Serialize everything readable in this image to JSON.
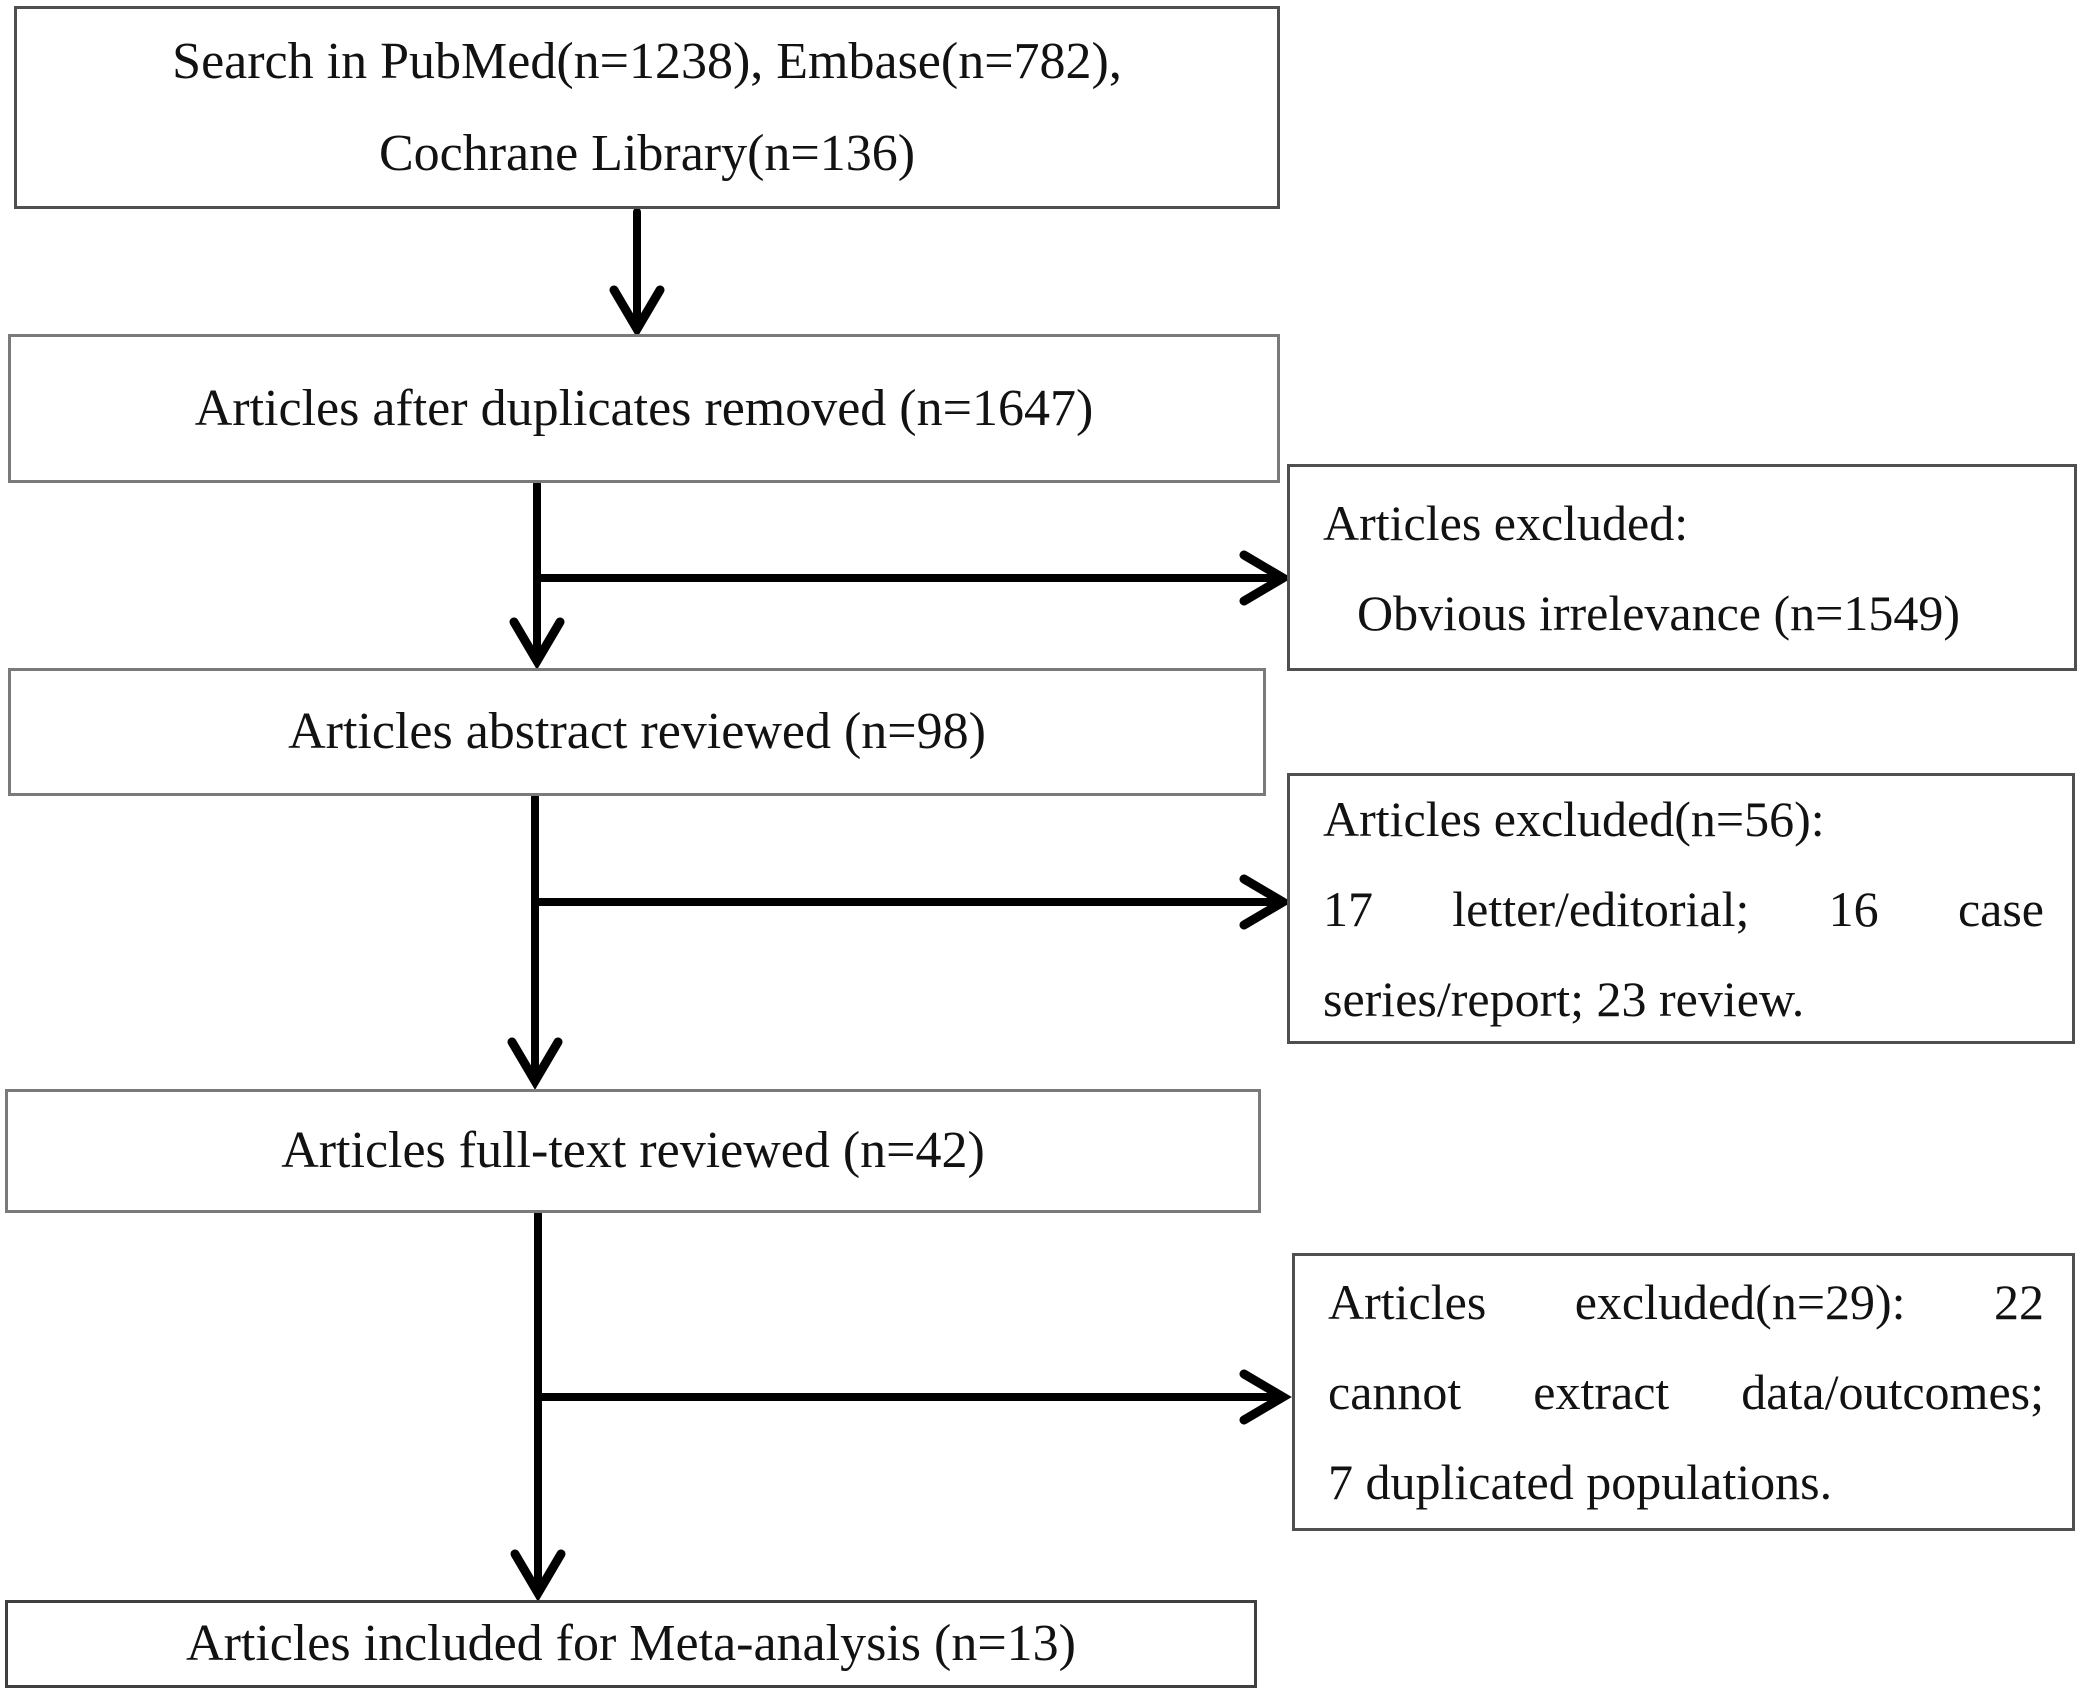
{
  "colors": {
    "background": "#ffffff",
    "box_border": "#595959",
    "excluded_box_border": "#4f4f4f",
    "text": "#121212",
    "arrow": "#000000"
  },
  "flow": {
    "search": {
      "lines": [
        "Search in PubMed(n=1238), Embase(n=782),",
        "Cochrane Library(n=136)"
      ]
    },
    "after_duplicates": {
      "text": "Articles after duplicates removed (n=1647)"
    },
    "excluded_after_dedup": {
      "lines": [
        "Articles excluded:",
        "Obvious irrelevance (n=1549)"
      ]
    },
    "abstract_reviewed": {
      "text": "Articles abstract reviewed (n=98)"
    },
    "excluded_after_abstract": {
      "lines": [
        "Articles excluded(n=56):",
        "17 letter/editorial; 16 case",
        "series/report; 23 review."
      ]
    },
    "fulltext_reviewed": {
      "text": "Articles full-text reviewed (n=42)"
    },
    "excluded_after_fulltext": {
      "lines": [
        "Articles excluded(n=29): 22",
        "cannot extract data/outcomes;",
        "7 duplicated populations."
      ]
    },
    "included": {
      "text": "Articles included for Meta-analysis (n=13)"
    },
    "counts": {
      "pubmed": 1238,
      "embase": 782,
      "cochrane_library": 136,
      "after_duplicates_removed": 1647,
      "excluded_obvious_irrelevance": 1549,
      "abstract_reviewed": 98,
      "excluded_after_abstract_total": 56,
      "letter_editorial": 17,
      "case_series_report": 16,
      "review": 23,
      "fulltext_reviewed": 42,
      "excluded_after_fulltext_total": 29,
      "cannot_extract_data_outcomes": 22,
      "duplicated_populations": 7,
      "included_meta_analysis": 13
    }
  }
}
